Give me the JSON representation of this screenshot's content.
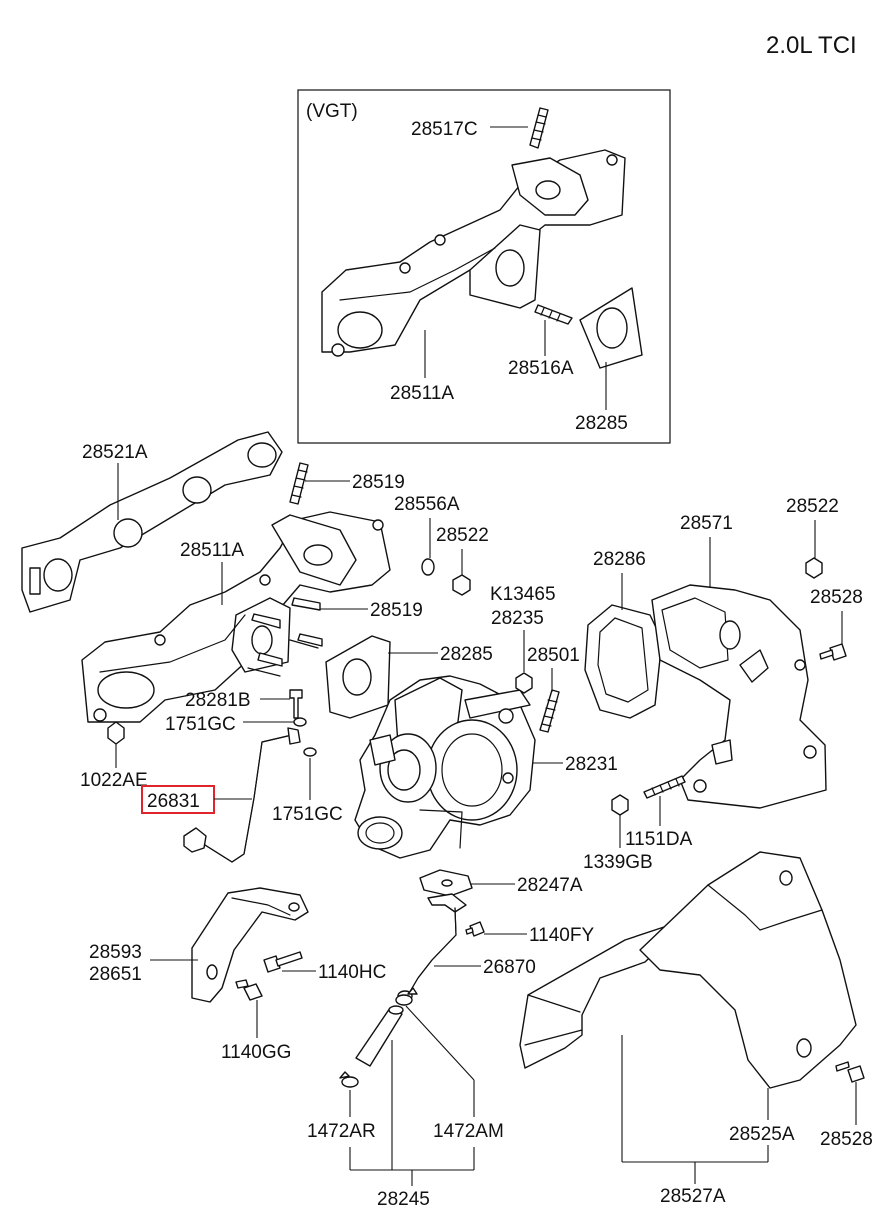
{
  "title": "2.0L TCI",
  "inset_title": "(VGT)",
  "highlight_color": "#e0242b",
  "labels": {
    "l28517C": "28517C",
    "l28511A_vgt": "28511A",
    "l28516A": "28516A",
    "l28285_vgt": "28285",
    "l28521A": "28521A",
    "l28519_top": "28519",
    "l28556A": "28556A",
    "l28522_mid": "28522",
    "l28511A": "28511A",
    "l28519_mid": "28519",
    "lK13465": "K13465",
    "l28235": "28235",
    "l28285": "28285",
    "l28501": "28501",
    "l28281B": "28281B",
    "l1751GC_a": "1751GC",
    "l1022AE": "1022AE",
    "l26831": "26831",
    "l1751GC_b": "1751GC",
    "l28231": "28231",
    "l28286": "28286",
    "l28571": "28571",
    "l28522_right": "28522",
    "l28528_top": "28528",
    "l1151DA": "1151DA",
    "l1339GB": "1339GB",
    "l28247A": "28247A",
    "l1140FY": "1140FY",
    "l28593": "28593",
    "l28651": "28651",
    "l1140HC": "1140HC",
    "l26870": "26870",
    "l1140GG": "1140GG",
    "l1472AR": "1472AR",
    "l1472AM": "1472AM",
    "l28245": "28245",
    "l28525A": "28525A",
    "l28528_bot": "28528",
    "l28527A": "28527A"
  }
}
